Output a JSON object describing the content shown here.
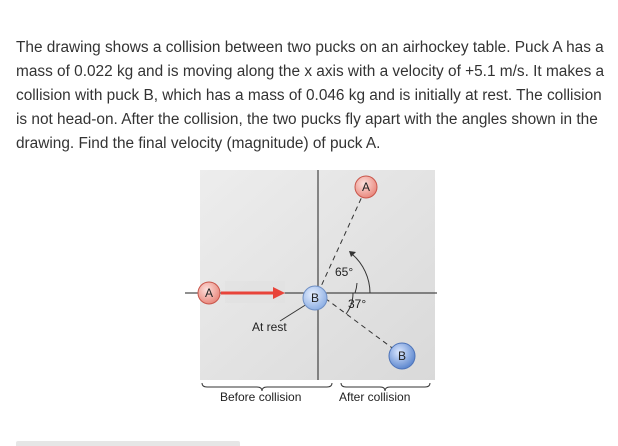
{
  "question": {
    "text": "The drawing shows a collision between two pucks on an airhockey table. Puck A has a mass of 0.022 kg and is moving along the x axis with a velocity of +5.1 m/s. It makes a collision with puck B, which has a mass of 0.046 kg and is initially at rest. The collision is not head-on. After the collision, the two pucks fly apart with the angles shown in the drawing. Find the final velocity (magnitude) of puck A."
  },
  "figure": {
    "puck_a_label": "A",
    "puck_b_label": "B",
    "puck_a_after_label": "A",
    "puck_b_after_label": "B",
    "angle_a": "65°",
    "angle_b": "37°",
    "at_rest": "At rest",
    "before_caption": "Before collision",
    "after_caption": "After collision",
    "colors": {
      "table": "#e4e4e4",
      "puck_a": "#f0a8a0",
      "puck_b": "#a9c4ec",
      "arrow": "#e8443a"
    }
  }
}
